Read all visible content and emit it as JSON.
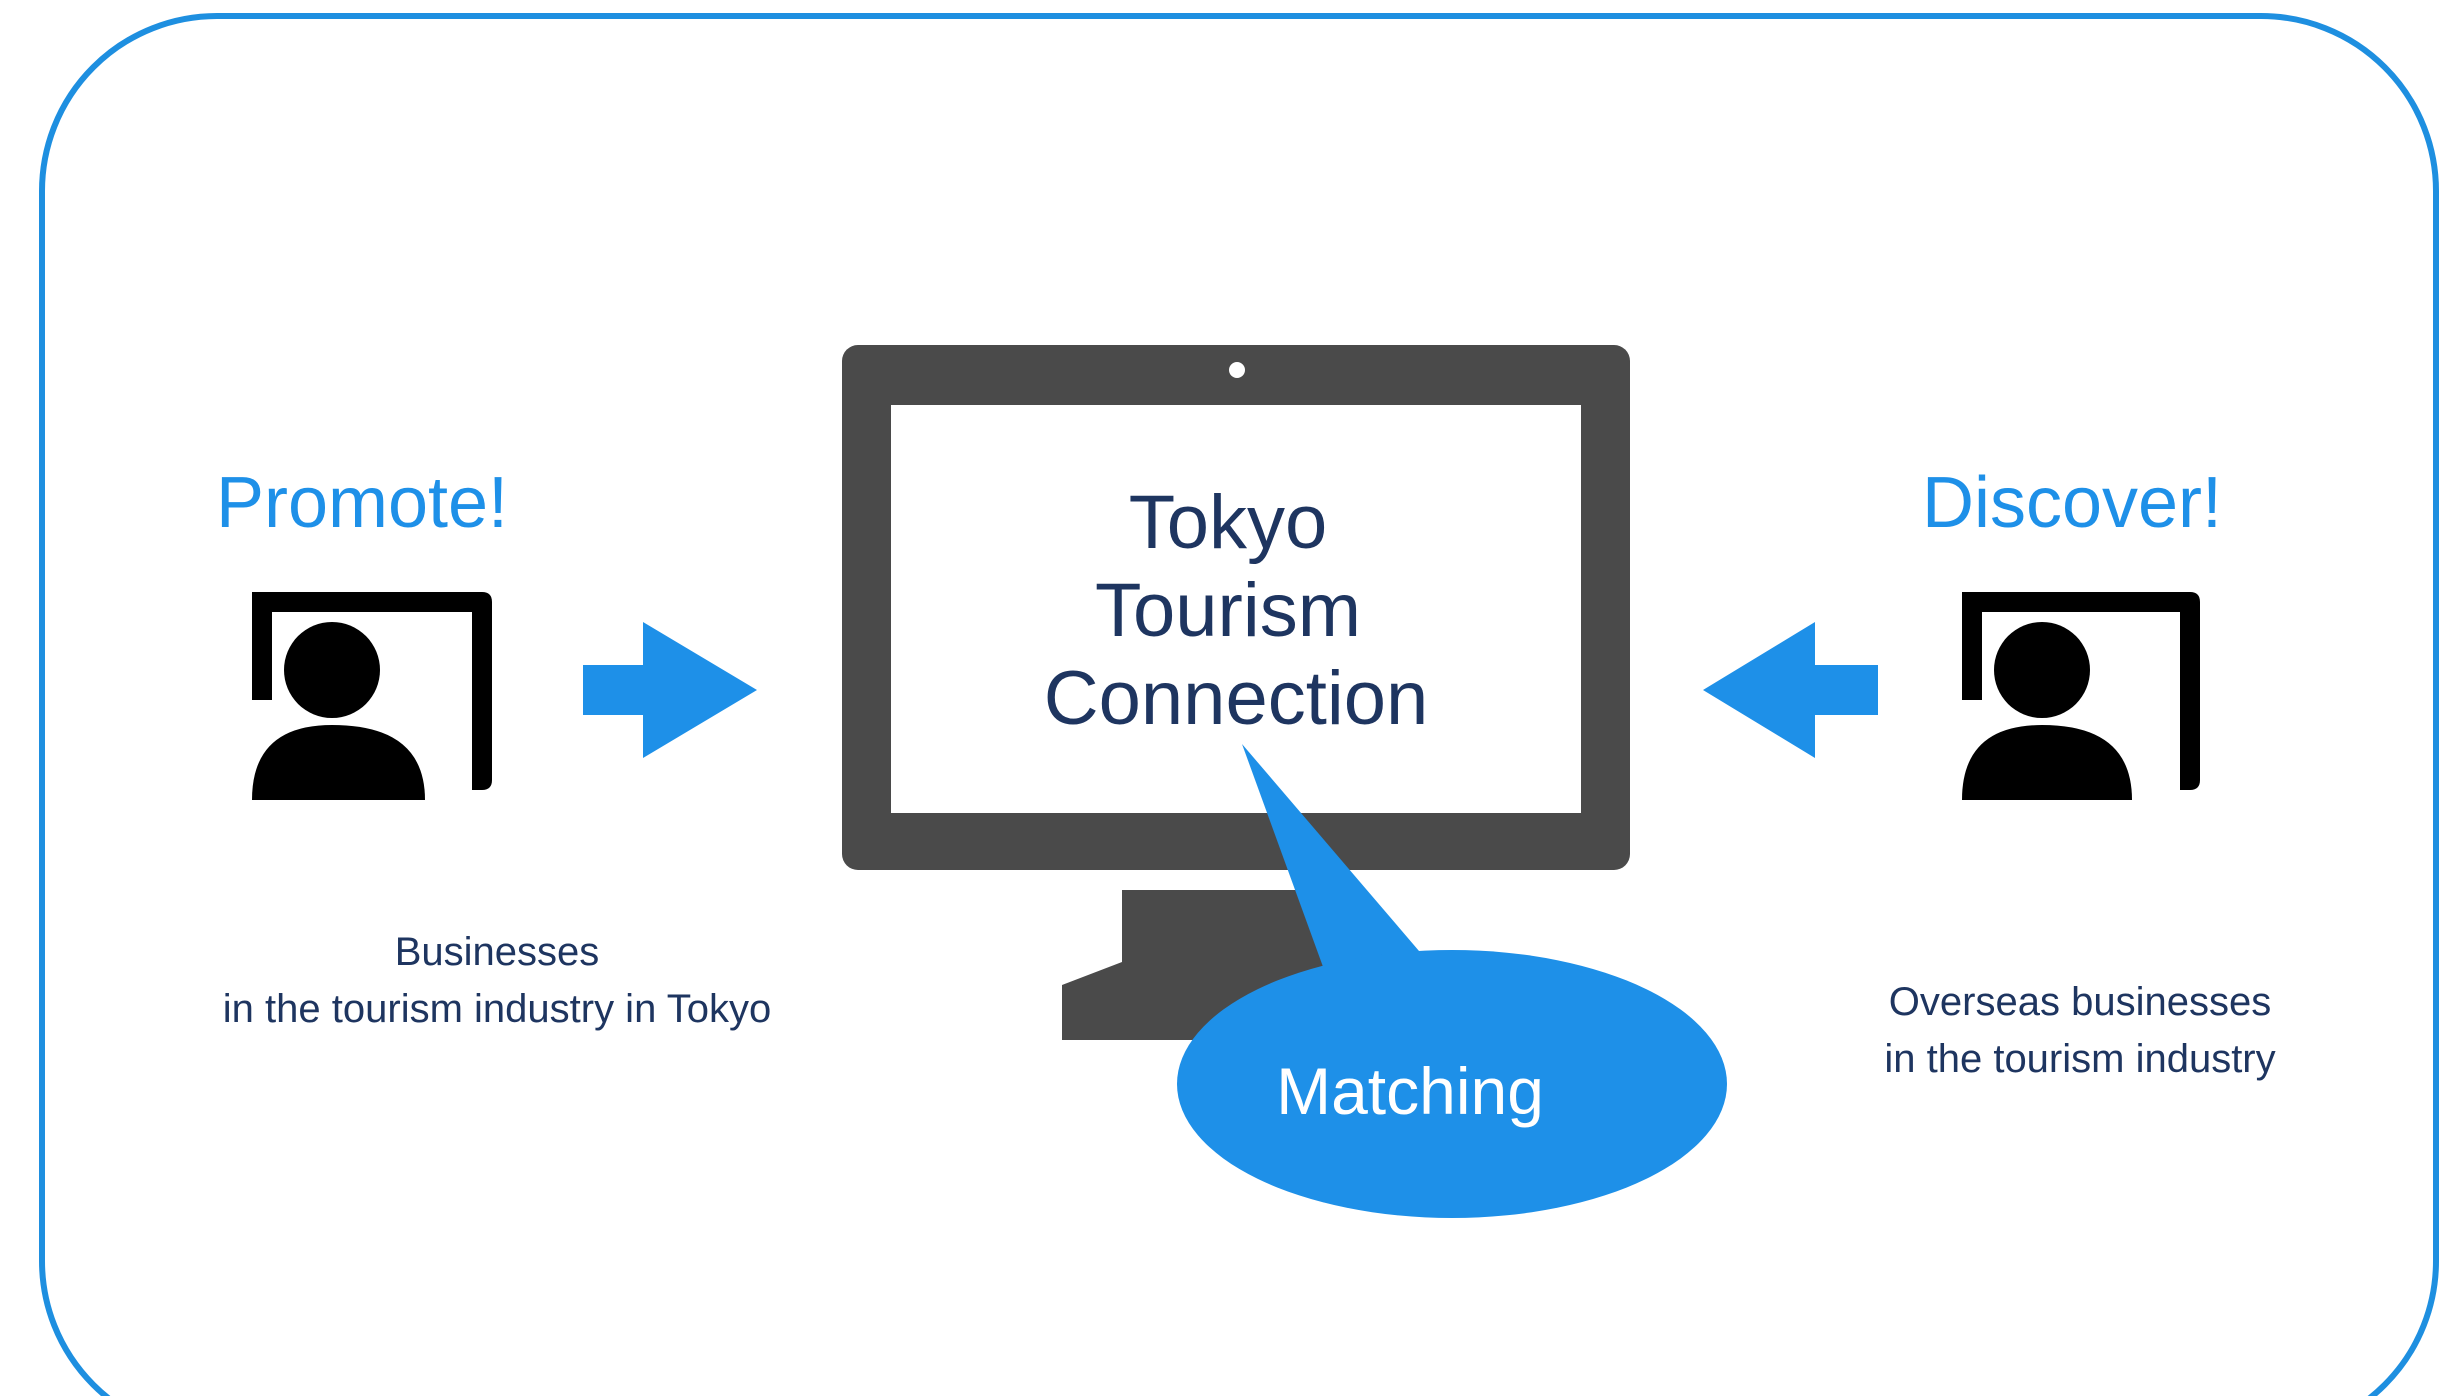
{
  "left": {
    "heading": "Promote!",
    "caption_line1": "Businesses",
    "caption_line2": "in the tourism industry in Tokyo",
    "icon": "person-icon"
  },
  "right": {
    "heading": "Discover!",
    "caption_line1": "Overseas businesses",
    "caption_line2": "in the tourism industry",
    "icon": "person-icon"
  },
  "center": {
    "title_line1": "Tokyo",
    "title_line2": "Tourism",
    "title_line3": "Connection",
    "bubble_label": "Matching",
    "icon": "monitor-icon"
  },
  "colors": {
    "accent_blue": "#1e90e8",
    "navy_text": "#1e3560",
    "monitor_gray": "#4a4a4a",
    "frame_blue": "#1e8fe0"
  }
}
